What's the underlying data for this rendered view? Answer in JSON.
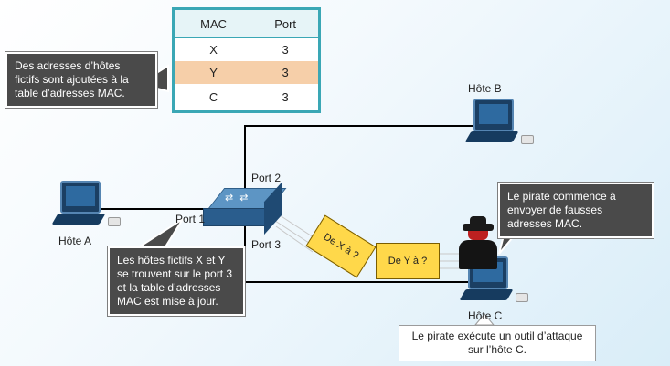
{
  "mac_table": {
    "headers": [
      "MAC",
      "Port"
    ],
    "rows": [
      {
        "mac": "X",
        "port": "3"
      },
      {
        "mac": "Y",
        "port": "3"
      },
      {
        "mac": "C",
        "port": "3"
      }
    ],
    "highlight_row_color": "#f6cfa9",
    "border_color": "#3aa7b5"
  },
  "callouts": {
    "fake_hosts_added": "Des adresses d’hôtes fictifs sont ajoutées à la table d’adresses MAC.",
    "table_updated": "Les hôtes fictifs X et Y se trouvent sur le port 3 et la table d’adresses MAC est mise à jour.",
    "hacker_starts": "Le pirate commence à envoyer de fausses adresses MAC.",
    "hacker_runs_tool": "Le pirate exécute un outil d’attaque sur l’hôte C."
  },
  "nodes": {
    "host_a": "Hôte A",
    "host_b": "Hôte B",
    "host_c": "Hôte C"
  },
  "ports": {
    "port1": "Port 1",
    "port2": "Port 2",
    "port3": "Port 3"
  },
  "frames": {
    "from_x": "De X à ?",
    "from_y": "De Y à ?"
  },
  "icons": [
    "pc-icon",
    "switch-icon",
    "hacker-icon",
    "envelope-icon"
  ],
  "colors": {
    "callout_bg": "#4a4a4a",
    "envelope": "#ffd84a",
    "pc": "#1b3f63"
  }
}
